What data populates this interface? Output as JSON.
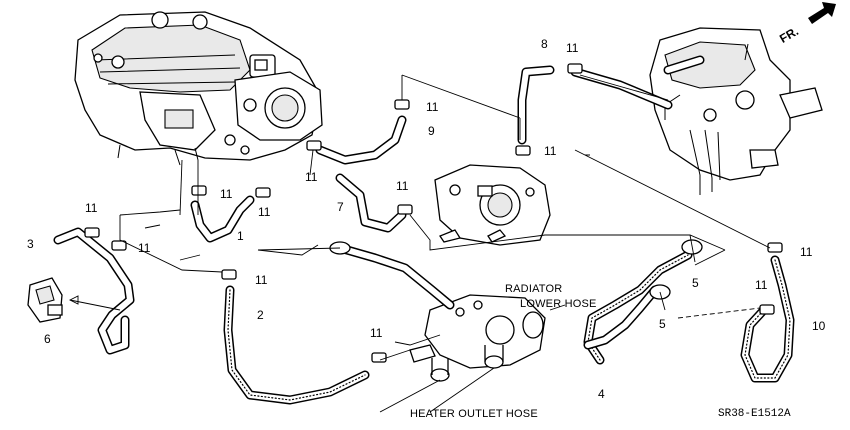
{
  "diagram": {
    "orientation_label": "FR.",
    "diagram_code": "SR38-E1512A",
    "callouts": {
      "radiator_line1": "RADIATOR",
      "radiator_line2": "LOWER HOSE",
      "heater_outlet": "HEATER OUTLET HOSE"
    },
    "part_numbers": {
      "p1": "1",
      "p2": "2",
      "p3": "3",
      "p4": "4",
      "p5a": "5",
      "p5b": "5",
      "p6": "6",
      "p7": "7",
      "p8": "8",
      "p9": "9",
      "p10": "10",
      "c11_a": "11",
      "c11_b": "11",
      "c11_c": "11",
      "c11_d": "11",
      "c11_e": "11",
      "c11_f": "11",
      "c11_g": "11",
      "c11_h": "11",
      "c11_i": "11",
      "c11_j": "11",
      "c11_k": "11",
      "c11_l": "11",
      "c11_m": "11"
    }
  }
}
